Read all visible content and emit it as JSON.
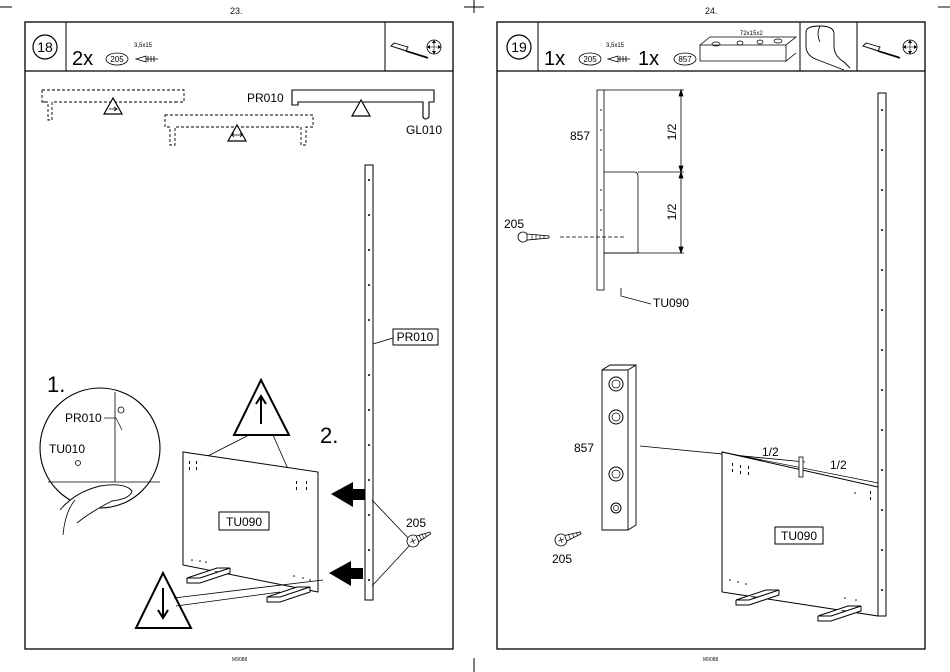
{
  "left_page": {
    "page_number": "23.",
    "step": "18",
    "qty": "2x",
    "part_code": "205",
    "screw_size": "3,5x15",
    "labels": {
      "pr_top": "PR010",
      "gl": "GL010",
      "pr_side": "PR010",
      "tu_panel": "TU090",
      "screw": "205"
    },
    "sub_steps": {
      "one": "1.",
      "two": "2."
    },
    "detail": {
      "pr": "PR010",
      "tu": "TU010"
    },
    "footer": "M9088"
  },
  "right_page": {
    "page_number": "24.",
    "step": "19",
    "qty1": "1x",
    "part1_code": "205",
    "screw_size": "3,5x15",
    "qty2": "1x",
    "part2_code": "857",
    "plate_size": "72x15x2",
    "labels": {
      "template_top": "857",
      "half1": "1/2",
      "half2": "1/2",
      "screw_top": "205",
      "tu_top": "TU090",
      "template_bottom": "857",
      "screw_bottom": "205",
      "half3": "1/2",
      "half4": "1/2",
      "tu_panel": "TU090"
    },
    "footer": "M9088"
  }
}
